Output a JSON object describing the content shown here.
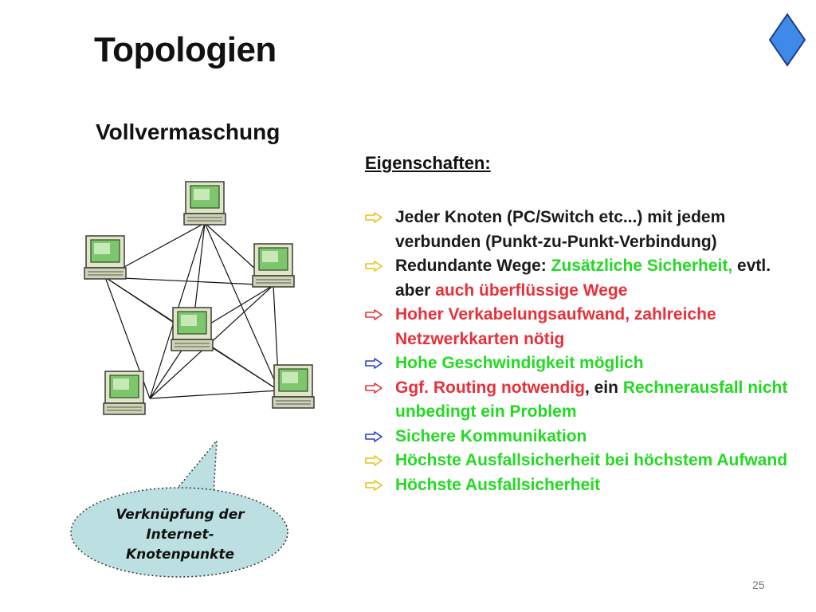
{
  "title": "Topologien",
  "subtitle": "Vollvermaschung",
  "properties_heading": "Eigenschaften:",
  "colors": {
    "text": "#1a1a1a",
    "green": "#23d923",
    "red": "#e8303a",
    "diamond": "#3f8ae8",
    "callout": "#bcdfe1",
    "arrow_yellow": "#e8c21a",
    "arrow_red": "#e8303a",
    "arrow_blue": "#2a3fcf"
  },
  "bullets": [
    {
      "arrow_color": "yellow",
      "segments": [
        {
          "text": "Jeder Knoten (PC/Switch etc...) mit jedem verbunden (Punkt-zu-Punkt-Verbindung)",
          "color": "dark"
        }
      ]
    },
    {
      "arrow_color": "yellow",
      "segments": [
        {
          "text": "Redundante Wege: ",
          "color": "dark"
        },
        {
          "text": "Zusätzliche Sicherheit,",
          "color": "green"
        },
        {
          "text": " evtl. aber ",
          "color": "dark"
        },
        {
          "text": "auch überflüssige Wege",
          "color": "red"
        }
      ]
    },
    {
      "arrow_color": "red",
      "segments": [
        {
          "text": "Hoher Verkabelungsaufwand, zahlreiche Netzwerkkarten nötig",
          "color": "red"
        }
      ]
    },
    {
      "arrow_color": "blue",
      "segments": [
        {
          "text": "Hohe Geschwindigkeit möglich",
          "color": "green"
        }
      ]
    },
    {
      "arrow_color": "red",
      "segments": [
        {
          "text": "Ggf. Routing notwendig",
          "color": "red"
        },
        {
          "text": ", ein ",
          "color": "dark"
        },
        {
          "text": "Rechnerausfall nicht unbedingt ein Problem",
          "color": "green"
        }
      ]
    },
    {
      "arrow_color": "blue",
      "segments": [
        {
          "text": "Sichere Kommunikation",
          "color": "green"
        }
      ]
    },
    {
      "arrow_color": "yellow",
      "segments": [
        {
          "text": "Höchste Ausfallsicherheit bei höchstem Aufwand",
          "color": "green"
        }
      ]
    },
    {
      "arrow_color": "yellow",
      "segments": [
        {
          "text": "Höchste Ausfallsicherheit",
          "color": "green"
        }
      ]
    }
  ],
  "callout": {
    "lines": [
      "Verknüpfung der",
      "Internet-",
      "Knotenpunkte"
    ]
  },
  "network": {
    "node_icon": "computer-icon",
    "node_count": 6
  },
  "page_number": "25"
}
